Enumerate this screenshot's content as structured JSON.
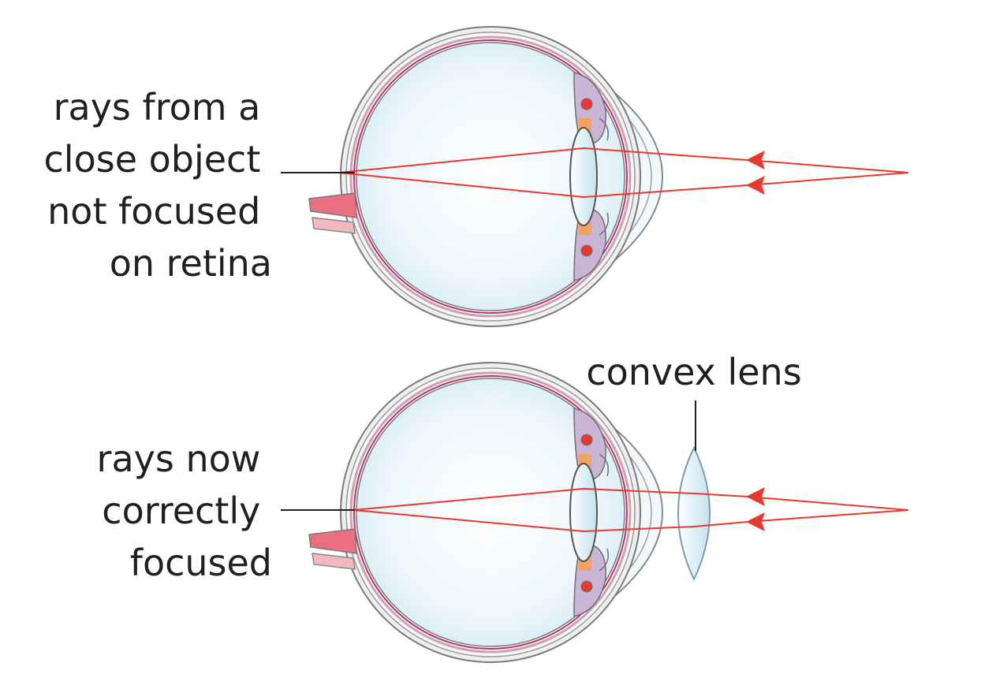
{
  "labels": {
    "top_lines": [
      "rays from a",
      "close object",
      "not focused",
      "on retina"
    ],
    "bottom_lines": [
      "rays now",
      "correctly",
      "focused"
    ],
    "lens_label": "convex lens"
  },
  "icons": {
    "top_eye": "eye-cross-section-icon",
    "bottom_eye": "eye-cross-section-icon",
    "corrective_lens": "convex-lens-icon"
  },
  "colors": {
    "ray": "#e8392e",
    "eyeball_fill": "#e7f3f9",
    "crystalline_lens": "#c8e4f2",
    "ciliary_muscle": "#f3a35f",
    "iris": "#c9b6d6",
    "optic_nerve": "#ea6f80",
    "text": "#231f20"
  }
}
